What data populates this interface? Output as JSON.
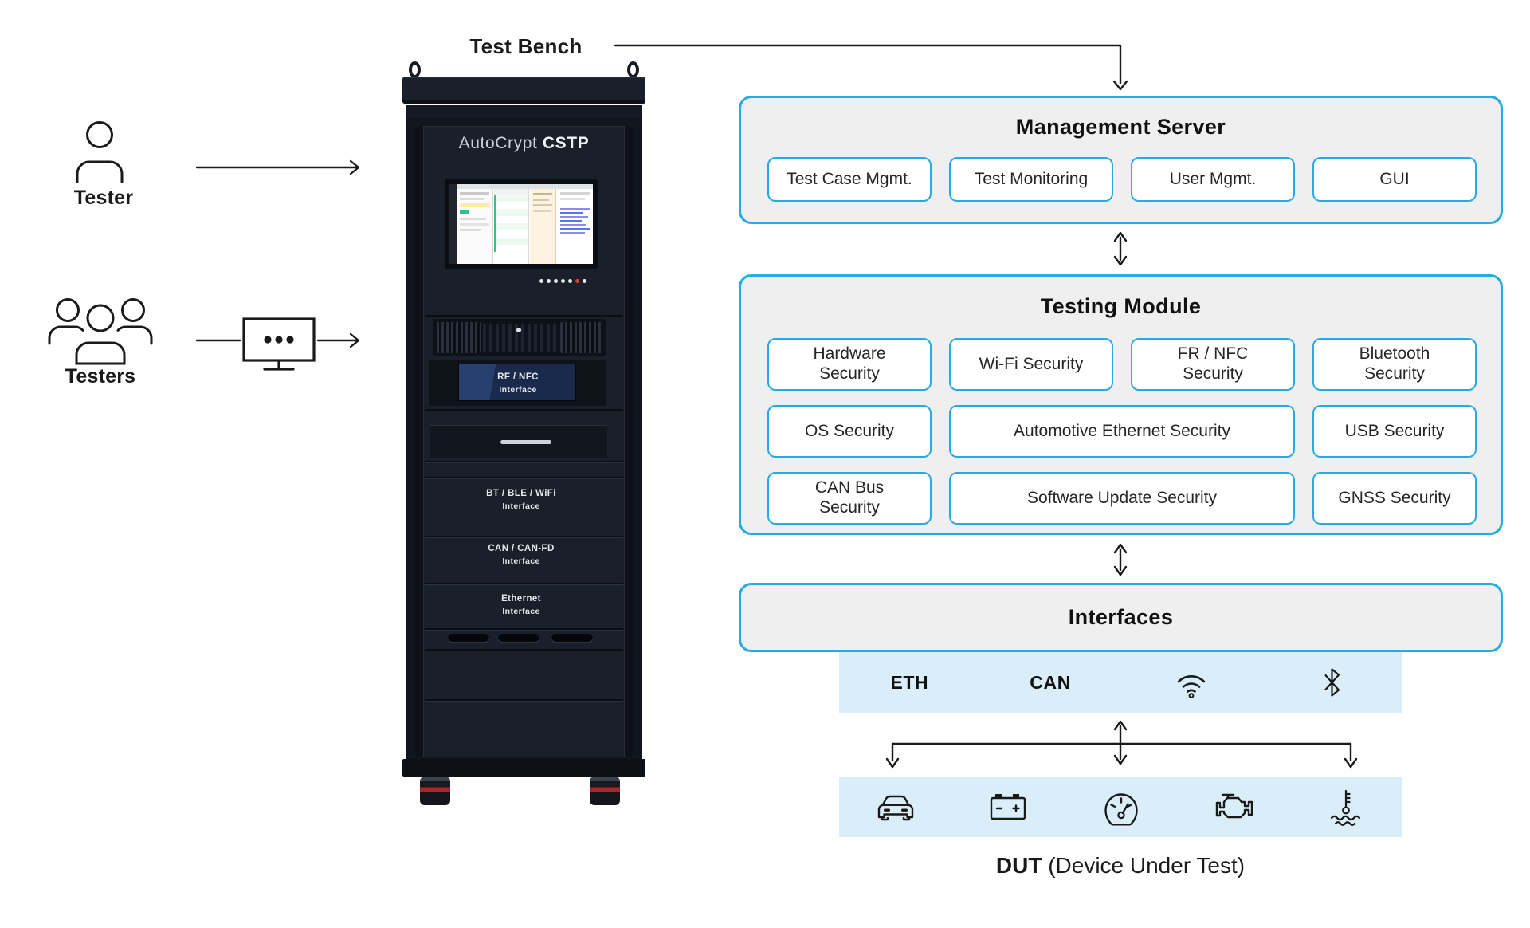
{
  "colors": {
    "accent": "#29abe2",
    "panel_fill": "#efefef",
    "band_fill": "#d9eef9",
    "text": "#1a1a1a"
  },
  "left": {
    "tester_label": "Tester",
    "testers_label": "Testers"
  },
  "test_bench_label": "Test Bench",
  "rack": {
    "brand_regular": "AutoCrypt",
    "brand_bold": "CSTP",
    "rf_nfc_line1": "RF / NFC",
    "rf_nfc_line2": "Interface",
    "bt_line1": "BT / BLE / WiFi",
    "bt_line2": "Interface",
    "can_line1": "CAN / CAN-FD",
    "can_line2": "Interface",
    "eth_line1": "Ethernet",
    "eth_line2": "Interface"
  },
  "management_server": {
    "title": "Management Server",
    "items": [
      {
        "label": "Test Case Mgmt."
      },
      {
        "label": "Test Monitoring"
      },
      {
        "label": "User Mgmt."
      },
      {
        "label": "GUI"
      }
    ]
  },
  "testing_module": {
    "title": "Testing Module",
    "items": [
      {
        "label": "Hardware\nSecurity"
      },
      {
        "label": "Wi-Fi Security"
      },
      {
        "label": "FR / NFC\nSecurity"
      },
      {
        "label": "Bluetooth\nSecurity"
      },
      {
        "label": "OS Security"
      },
      {
        "label": "Automotive Ethernet Security"
      },
      {
        "label": "USB Security"
      },
      {
        "label": "CAN Bus\nSecurity"
      },
      {
        "label": "Software Update Security"
      },
      {
        "label": "GNSS Security"
      }
    ]
  },
  "interfaces": {
    "title": "Interfaces",
    "bus": [
      {
        "label": "ETH"
      },
      {
        "label": "CAN"
      },
      {
        "icon": "wifi-icon"
      },
      {
        "icon": "bluetooth-icon"
      }
    ]
  },
  "dut": {
    "bold": "DUT",
    "rest": " (Device Under Test)",
    "icons": [
      "car",
      "battery",
      "speedometer",
      "engine",
      "coolant-temperature"
    ]
  }
}
